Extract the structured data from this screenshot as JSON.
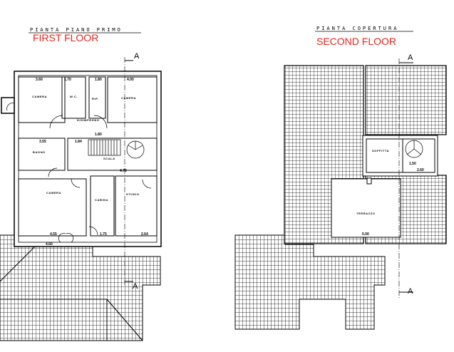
{
  "first_floor": {
    "title": "PIANTA PIANO PRIMO",
    "caption": "FIRST FLOOR",
    "section_marker": "A",
    "rooms": [
      {
        "name": "CAMERA",
        "width": "3.60"
      },
      {
        "name": "W.C.",
        "width": "1.70"
      },
      {
        "name": "RIP.",
        "width": "1.80"
      },
      {
        "name": "CAMERA",
        "width": "4.00"
      },
      {
        "name": "DISIMPEGNO",
        "width": "1.80"
      },
      {
        "name": "BAGNO",
        "width": "3.55"
      },
      {
        "name": "SCALA",
        "width": "1.84"
      },
      {
        "name": "CAMERA",
        "width": "4.55"
      },
      {
        "name": "CABINA",
        "width": "1.75"
      },
      {
        "name": "STUDIO",
        "width": "2.64"
      }
    ],
    "overall": "4.60",
    "stair_dim": "4.70"
  },
  "second_floor": {
    "title": "PIANTA COPERTURA",
    "caption": "SECOND FLOOR",
    "section_marker": "A",
    "rooms": [
      {
        "name": "SOFFITTA",
        "width": "2.60"
      },
      {
        "name": "TERRAZZO",
        "width": "5.00"
      }
    ],
    "stair_dim": "1.50"
  },
  "colors": {
    "caption": "#e8231d",
    "lines": "#000000"
  }
}
